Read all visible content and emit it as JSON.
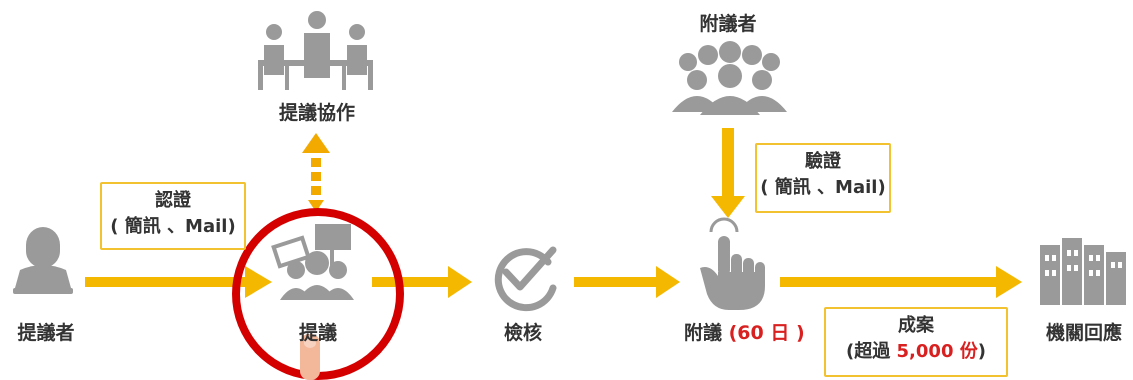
{
  "nodes": {
    "proposer": "提議者",
    "collab": "提議協作",
    "propose": "提議",
    "review": "檢核",
    "second_prefix": "附議 ",
    "second_days": "(60 日 )",
    "seconders": "附議者",
    "agency": "機關回應"
  },
  "boxes": {
    "auth_title": "認證",
    "auth_detail": "( 簡訊 、Mail)",
    "verify_title": "驗證",
    "verify_detail": "( 簡訊 、Mail)",
    "case_title": "成案",
    "case_prefix": "(超過 ",
    "case_count": "5,000 份",
    "case_suffix": ")"
  },
  "colors": {
    "arrow": "#f5b800",
    "dashed_arrow": "#f2a900",
    "icon": "#9a9a9a",
    "highlight_circle": "#d40000",
    "box_border": "#f2c230",
    "emphasis_text": "#d92020"
  },
  "icons": [
    "person-laptop-icon",
    "meeting-icon",
    "protest-group-icon",
    "check-circle-icon",
    "crowd-icon",
    "tap-hand-icon",
    "building-icon",
    "pointing-finger-icon"
  ]
}
